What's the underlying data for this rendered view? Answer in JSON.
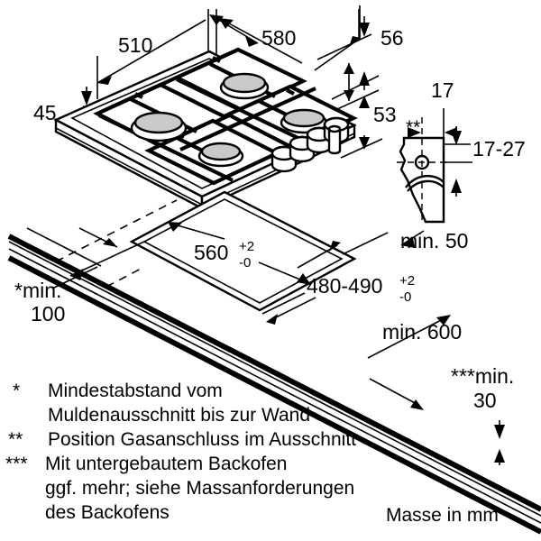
{
  "diagram": {
    "title": "Gas hob installation dimensions",
    "units_note": "Masse in mm",
    "dimensions": {
      "hob_depth": "510",
      "hob_width": "580",
      "grate_height": "45",
      "rim_height": "56",
      "body_depth": "53",
      "cutout_width": "560",
      "cutout_width_tol_plus": "+2",
      "cutout_width_tol_minus": "-0",
      "cutout_depth": "480-490",
      "cutout_depth_tol_plus": "+2",
      "cutout_depth_tol_minus": "-0",
      "wall_min": "*min.",
      "wall_min_value": "100",
      "worktop_min": "min. 600",
      "gas_inlet_depth": "min. 50",
      "gas_connector_offset": "17",
      "gas_connector_height": "17-27",
      "rear_min": "***min.",
      "rear_min_value": "30",
      "gas_marker": "**"
    },
    "footnotes": [
      {
        "marker": "*",
        "lines": [
          "Mindestabstand vom",
          "Muldenausschnitt bis zur Wand"
        ]
      },
      {
        "marker": "**",
        "lines": [
          "Position Gasanschluss im Ausschnitt"
        ]
      },
      {
        "marker": "***",
        "lines": [
          "Mit untergebautem Backofen",
          "ggf. mehr; siehe Massanforderungen",
          "des Backofens"
        ]
      }
    ],
    "colors": {
      "line": "#000000",
      "background": "#ffffff",
      "burner_cap": "#c9c9c9"
    },
    "parts": {
      "hob": "gas-hob-isometric",
      "burner_count": 4,
      "knob_count": 4,
      "cutout": "worktop-cutout",
      "gas_connection": "gas-connection-detail"
    }
  }
}
